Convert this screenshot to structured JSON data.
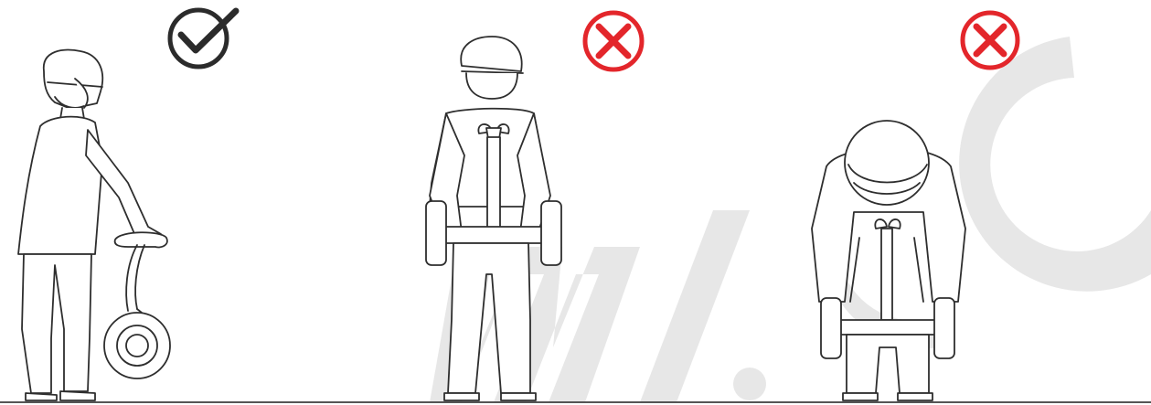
{
  "panels": [
    {
      "id": "correct",
      "status": "correct",
      "indicator_icon": "check-circle-icon",
      "indicator_color": "#2b2b2b"
    },
    {
      "id": "wrong-1",
      "status": "incorrect",
      "indicator_icon": "x-circle-icon",
      "indicator_color": "#e3262b"
    },
    {
      "id": "wrong-2",
      "status": "incorrect",
      "indicator_icon": "x-circle-icon",
      "indicator_color": "#e3262b"
    }
  ],
  "watermark": {
    "text": "MI.CO",
    "color": "#e6e6e6"
  },
  "colors": {
    "line": "#2e2e2e",
    "ground": "#555555",
    "background": "#ffffff"
  }
}
